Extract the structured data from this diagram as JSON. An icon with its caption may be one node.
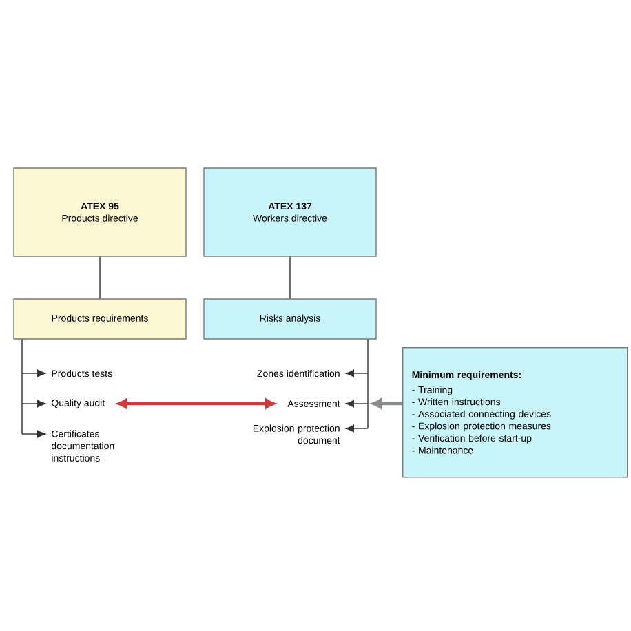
{
  "diagram": {
    "nodes": [
      {
        "text": [
          "ATEX 95",
          "Products directive"
        ]
      },
      {
        "text": [
          "ATEX 137",
          "Workers directive"
        ]
      },
      {
        "text": [
          "Products requirements"
        ]
      },
      {
        "text": [
          "Risks analysis"
        ]
      },
      {
        "text": [
          "Products tests"
        ]
      },
      {
        "text": [
          "Quality audit"
        ]
      },
      {
        "text": [
          "Certificates documentation instructions"
        ]
      },
      {
        "text": [
          "Zones identification"
        ]
      },
      {
        "text": [
          "Assessment"
        ]
      },
      {
        "text": [
          "Explosion protection document"
        ]
      },
      {
        "text": [
          "Minimum requirements:",
          "- Training",
          "- Written instructions",
          "- Associated connecting devices",
          "- Explosion protection measures",
          "- Verification before start-up",
          "- Maintenance"
        ]
      }
    ],
    "edges": [
      {
        "from": 0,
        "to": 2,
        "arrow": "none"
      },
      {
        "from": 1,
        "to": 3,
        "arrow": "none"
      },
      {
        "from": 2,
        "to": 4,
        "arrow": "to"
      },
      {
        "from": 2,
        "to": 5,
        "arrow": "to"
      },
      {
        "from": 2,
        "to": 6,
        "arrow": "to"
      },
      {
        "from": 3,
        "to": 7,
        "arrow": "to"
      },
      {
        "from": 3,
        "to": 8,
        "arrow": "to"
      },
      {
        "from": 3,
        "to": 9,
        "arrow": "to"
      },
      {
        "from": 5,
        "to": 8,
        "arrow": "both",
        "style": "thick",
        "color": "#d03a3a"
      },
      {
        "from": 10,
        "to": 8,
        "arrow": "to",
        "style": "thick",
        "color": "#8a8a8a"
      }
    ]
  }
}
